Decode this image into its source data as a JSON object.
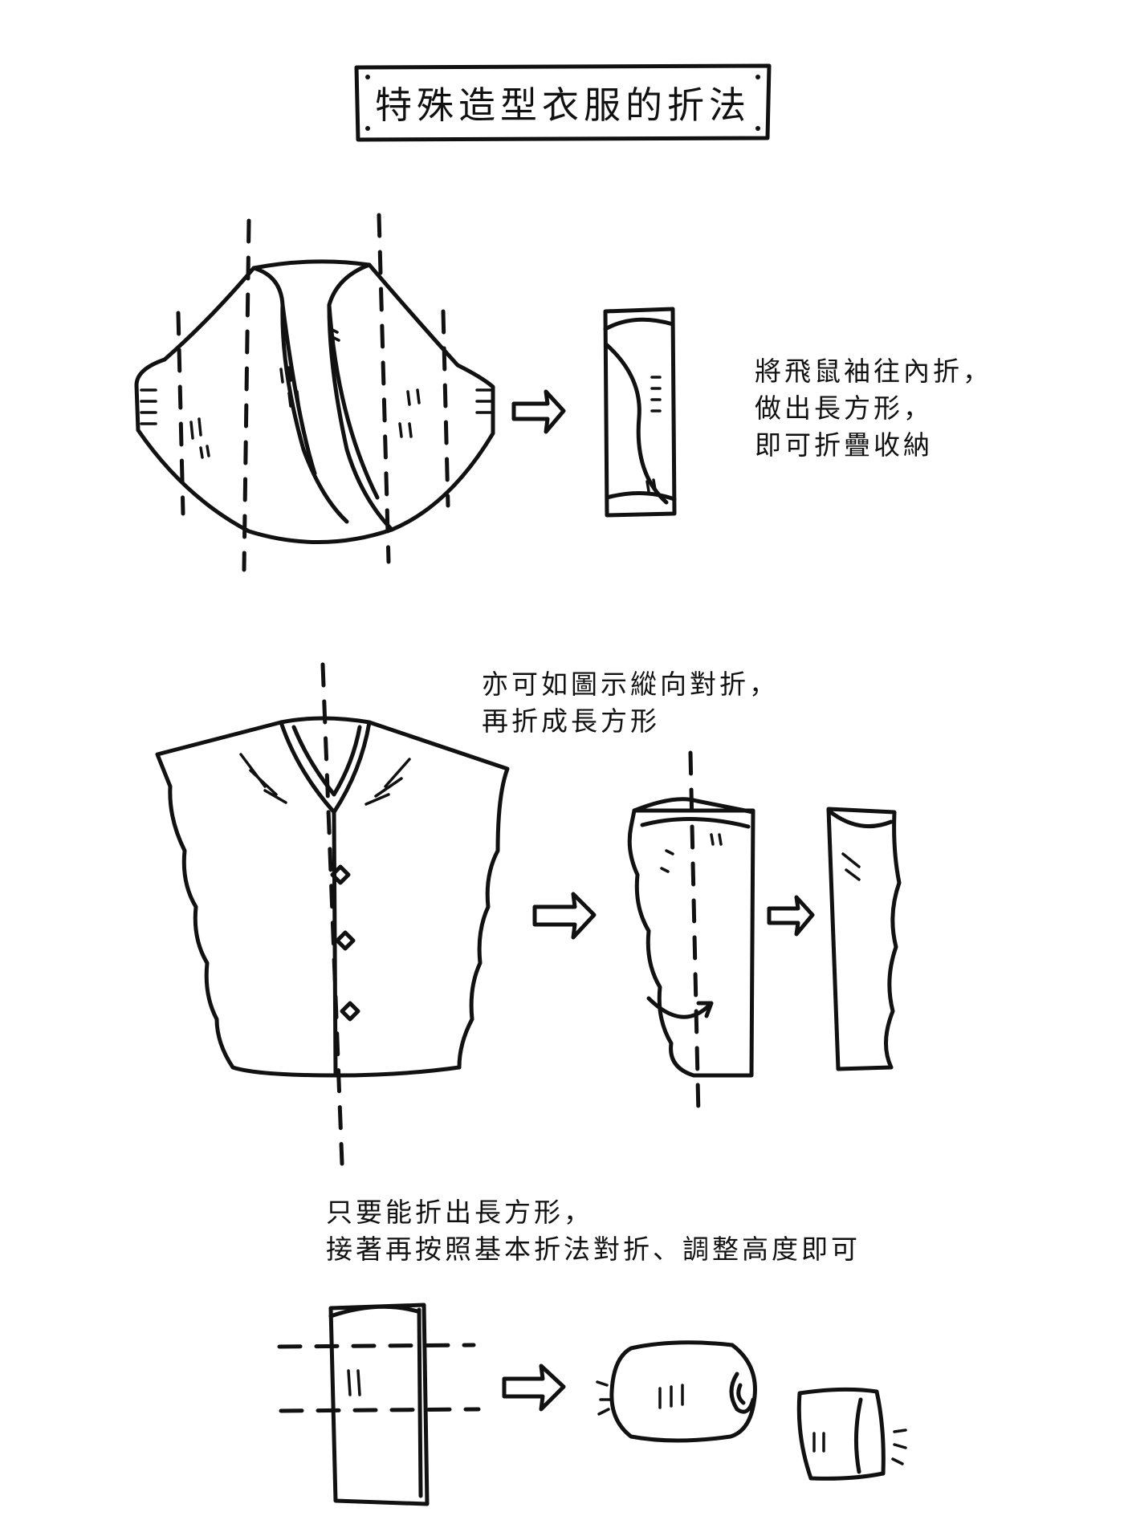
{
  "title": "特殊造型衣服的折法",
  "steps": [
    {
      "lines": [
        "將飛鼠袖往內折，",
        "做出長方形，",
        "即可折疊收納"
      ]
    },
    {
      "lines": [
        "亦可如圖示縱向對折，",
        "再折成長方形"
      ]
    },
    {
      "lines": [
        "只要能折出長方形，",
        "接著再按照基本折法對折、調整高度即可"
      ]
    }
  ]
}
